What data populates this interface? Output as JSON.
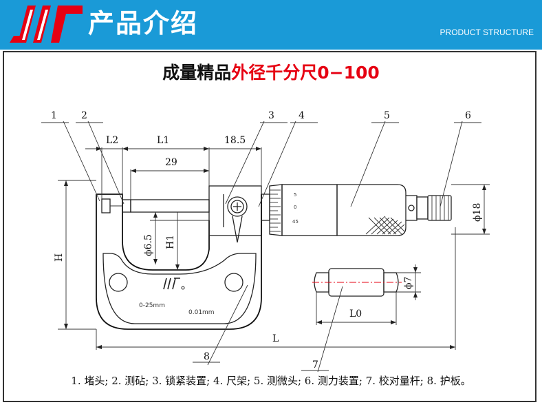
{
  "header": {
    "title": "产品介绍",
    "subtitle": "PRODUCT STRUCTURE",
    "brand_color": "#1a9ad7",
    "logo_color": "#e60012",
    "logo_icon": "jlt-logo-icon"
  },
  "heading": {
    "prefix": "成量精品",
    "highlight": "外径千分尺0−100",
    "highlight_color": "#e60012"
  },
  "diagram": {
    "callouts": [
      "1",
      "2",
      "3",
      "4",
      "5",
      "6",
      "7",
      "8"
    ],
    "dimensions": {
      "l2": "L2",
      "l1": "L1",
      "d18_5": "18.5",
      "d29": "29",
      "phi6_5": "ϕ6.5",
      "h1": "H1",
      "h": "H",
      "phi18": "ϕ18",
      "phi7": "ϕ7",
      "l0": "L0",
      "l": "L"
    },
    "frame_marks": {
      "range": "0-25mm",
      "resolution": "0.01mm"
    },
    "thimble_scale": [
      "5",
      "0",
      "45"
    ]
  },
  "legend": "1. 堵头; 2. 测砧; 3. 锁紧装置; 4. 尺架; 5. 测微头; 6. 测力装置; 7. 校对量杆; 8. 护板。"
}
